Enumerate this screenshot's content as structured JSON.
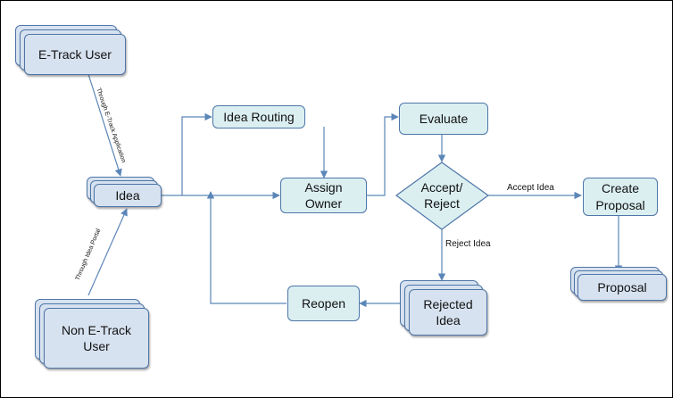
{
  "nodes": {
    "etrack_user": "E-Track User",
    "idea": "Idea",
    "non_etrack_user": "Non E-Track User",
    "idea_routing": "Idea Routing",
    "assign_owner": "Assign Owner",
    "evaluate": "Evaluate",
    "accept_reject": "Accept/ Reject",
    "create_proposal": "Create Proposal",
    "proposal": "Proposal",
    "rejected_idea": "Rejected Idea",
    "reopen": "Reopen"
  },
  "edge_labels": {
    "through_etrack_app": "Through E-Track Application",
    "through_idea_portal": "Through Idea Portal",
    "accept_idea": "Accept Idea",
    "reject_idea": "Reject Idea"
  },
  "colors": {
    "actor_fill": "#d7e2f0",
    "process_fill": "#dbeff1",
    "border": "#4e76a8",
    "connector": "#5b86b8"
  }
}
